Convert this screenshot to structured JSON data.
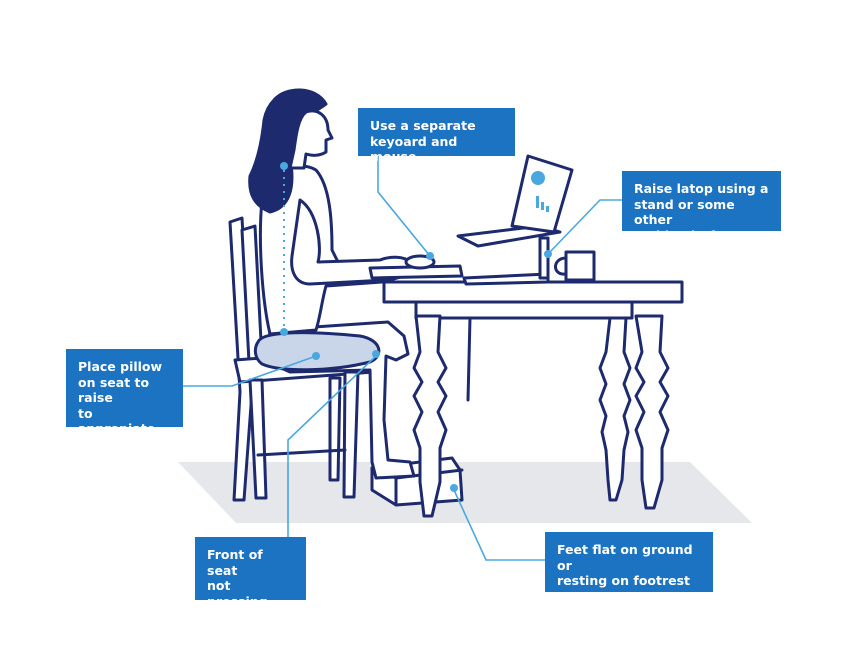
{
  "callouts": {
    "keyboard": "Use a separate\nkeyoard and mouse",
    "laptop": "Raise latop using a\nstand or some other\nstable platform",
    "pillow": "Place pillow\non seat to raise\nto appropiate\nheight",
    "seat": "Front of seat\nnot pressing\non knees",
    "feet": "Feet flat on ground or\nresting on footrest or\nother stable object"
  },
  "icons": {
    "person": "woman-seated-icon",
    "chair": "chair-icon",
    "desk": "desk-icon",
    "laptop": "laptop-icon",
    "mug": "mug-icon"
  },
  "colors": {
    "outline": "#1e2a6e",
    "callout": "#1b73c2",
    "accent": "#4aa8e0",
    "floor": "#e6e7ea",
    "pillow": "#c9d6ea"
  }
}
